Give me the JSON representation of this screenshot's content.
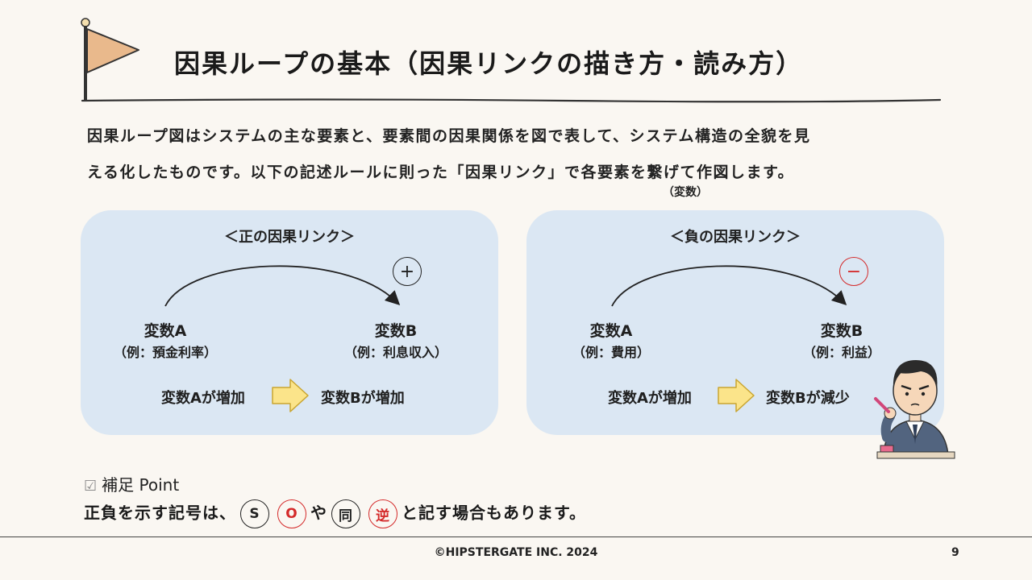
{
  "header": {
    "title": "因果ループの基本（因果リンクの描き方・読み方）"
  },
  "intro": {
    "line1": "因果ループ図はシステムの主な要素と、要素間の因果関係を図で表して、システム構造の全貌を見",
    "line2": "える化したものです。以下の記述ルールに則った「因果リンク」で各要素を繋げて作図します。",
    "ruby": "（変数）"
  },
  "positive_panel": {
    "title": "＜正の因果リンク＞",
    "sign": "+",
    "var_a": "変数A",
    "var_a_example": "（例：預金利率）",
    "var_b": "変数B",
    "var_b_example": "（例：利息収入）",
    "result_a": "変数Aが増加",
    "result_b": "変数Bが増加"
  },
  "negative_panel": {
    "title": "＜負の因果リンク＞",
    "sign": "−",
    "var_a": "変数A",
    "var_a_example": "（例：費用）",
    "var_b": "変数B",
    "var_b_example": "（例：利益）",
    "result_a": "変数Aが増加",
    "result_b": "変数Bが減少"
  },
  "point": {
    "check": "☑",
    "label": "補足 Point",
    "text_start": "正負を示す記号は、",
    "mark_s": "S",
    "mark_o": "O",
    "connector": "や",
    "mark_same": "同",
    "mark_reverse": "逆",
    "text_end": "と記す場合もあります。"
  },
  "footer": {
    "copyright": "©HIPSTERGATE INC. 2024",
    "page_number": "9"
  },
  "colors": {
    "background": "#faf7f2",
    "panel": "#dbe7f3",
    "flag": "#e9b98c",
    "arrow_fill": "#fbe48a",
    "negative_accent": "#d42a2a"
  }
}
